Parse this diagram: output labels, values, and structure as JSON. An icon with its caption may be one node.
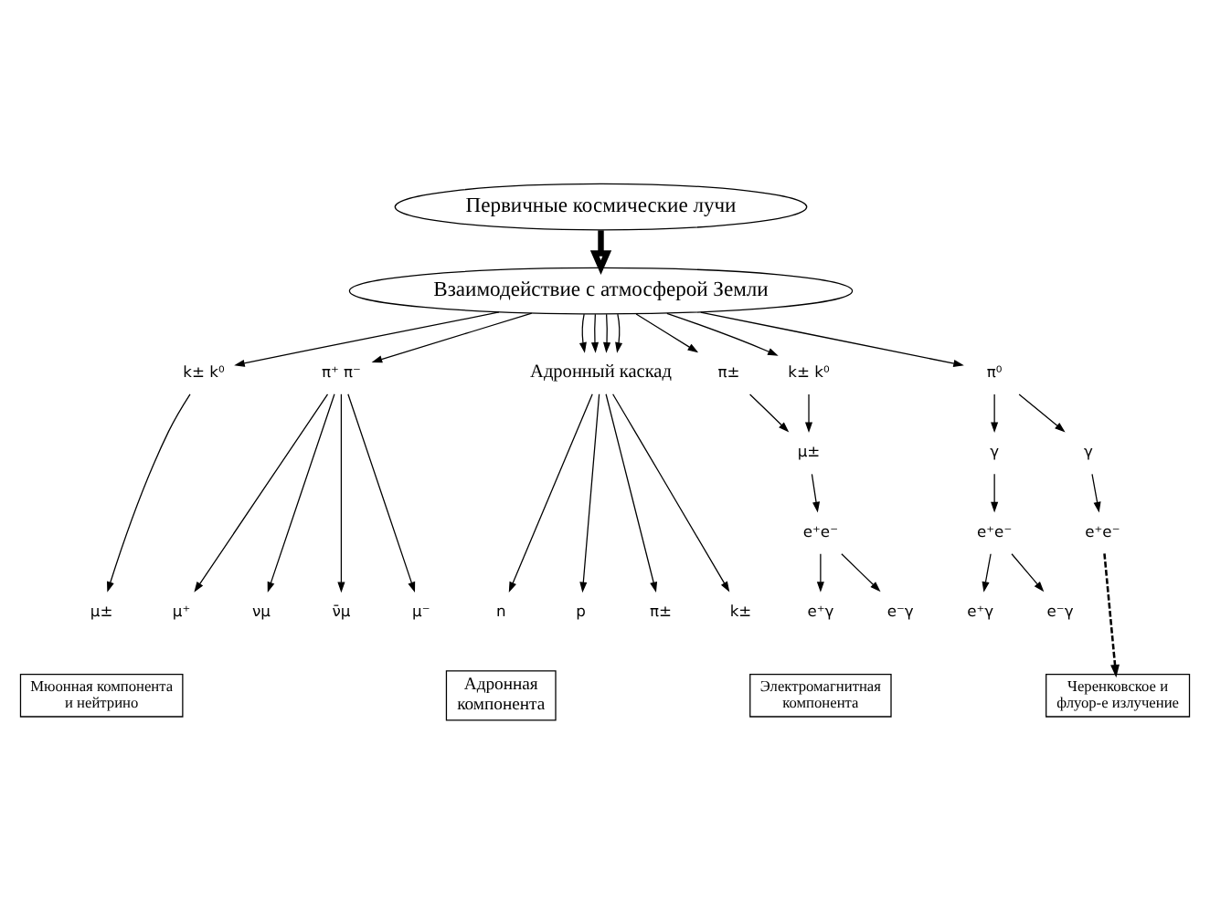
{
  "diagram": {
    "nodes": [
      {
        "text": [
          "Первичные космические лучи"
        ]
      },
      {
        "text": [
          "Взаимодействие с атмосферой Земли"
        ]
      },
      {
        "text": [
          "k± k⁰"
        ]
      },
      {
        "text": [
          "π⁺ π⁻"
        ]
      },
      {
        "text": [
          "Адронный каскад"
        ]
      },
      {
        "text": [
          "π±"
        ]
      },
      {
        "text": [
          "k± k⁰"
        ]
      },
      {
        "text": [
          "π⁰"
        ]
      },
      {
        "text": [
          "μ±"
        ]
      },
      {
        "text": [
          "μ⁺"
        ]
      },
      {
        "text": [
          "νμ"
        ]
      },
      {
        "text": [
          "ν̄μ"
        ]
      },
      {
        "text": [
          "μ⁻"
        ]
      },
      {
        "text": [
          "n"
        ]
      },
      {
        "text": [
          "p"
        ]
      },
      {
        "text": [
          "π±"
        ]
      },
      {
        "text": [
          "k±"
        ]
      },
      {
        "text": [
          "μ±"
        ]
      },
      {
        "text": [
          "γ"
        ]
      },
      {
        "text": [
          "γ"
        ]
      },
      {
        "text": [
          "e⁺e⁻"
        ]
      },
      {
        "text": [
          "e⁺e⁻"
        ]
      },
      {
        "text": [
          "e⁺e⁻"
        ]
      },
      {
        "text": [
          "e⁺γ"
        ]
      },
      {
        "text": [
          "e⁻γ"
        ]
      },
      {
        "text": [
          "e⁺γ"
        ]
      },
      {
        "text": [
          "e⁻γ"
        ]
      },
      {
        "text": [
          "Мюонная компонента и нейтрино"
        ]
      },
      {
        "text": [
          "Адронная компонента"
        ]
      },
      {
        "text": [
          "Электромагнитная компонента"
        ]
      },
      {
        "text": [
          "Черенковское и флуор-е излучение"
        ]
      }
    ],
    "edges": [
      {
        "from": 0,
        "to": 1,
        "arrow": "to",
        "style": "thick"
      },
      {
        "from": 1,
        "to": 2,
        "arrow": "to"
      },
      {
        "from": 1,
        "to": 3,
        "arrow": "to"
      },
      {
        "from": 1,
        "to": 4,
        "arrow": "to"
      },
      {
        "from": 1,
        "to": 4,
        "arrow": "to"
      },
      {
        "from": 1,
        "to": 4,
        "arrow": "to"
      },
      {
        "from": 1,
        "to": 4,
        "arrow": "to"
      },
      {
        "from": 1,
        "to": 5,
        "arrow": "to"
      },
      {
        "from": 1,
        "to": 6,
        "arrow": "to"
      },
      {
        "from": 1,
        "to": 7,
        "arrow": "to"
      },
      {
        "from": 2,
        "to": 8,
        "arrow": "to"
      },
      {
        "from": 3,
        "to": 9,
        "arrow": "to"
      },
      {
        "from": 3,
        "to": 10,
        "arrow": "to"
      },
      {
        "from": 3,
        "to": 11,
        "arrow": "to"
      },
      {
        "from": 3,
        "to": 12,
        "arrow": "to"
      },
      {
        "from": 4,
        "to": 13,
        "arrow": "to"
      },
      {
        "from": 4,
        "to": 14,
        "arrow": "to"
      },
      {
        "from": 4,
        "to": 15,
        "arrow": "to"
      },
      {
        "from": 4,
        "to": 16,
        "arrow": "to"
      },
      {
        "from": 5,
        "to": 17,
        "arrow": "to"
      },
      {
        "from": 6,
        "to": 17,
        "arrow": "to"
      },
      {
        "from": 7,
        "to": 18,
        "arrow": "to"
      },
      {
        "from": 7,
        "to": 19,
        "arrow": "to"
      },
      {
        "from": 17,
        "to": 20,
        "arrow": "to"
      },
      {
        "from": 18,
        "to": 21,
        "arrow": "to"
      },
      {
        "from": 19,
        "to": 22,
        "arrow": "to"
      },
      {
        "from": 20,
        "to": 23,
        "arrow": "to"
      },
      {
        "from": 20,
        "to": 24,
        "arrow": "to"
      },
      {
        "from": 21,
        "to": 25,
        "arrow": "to"
      },
      {
        "from": 21,
        "to": 26,
        "arrow": "to"
      },
      {
        "from": 22,
        "to": 30,
        "arrow": "to",
        "style": "dashed"
      }
    ]
  }
}
